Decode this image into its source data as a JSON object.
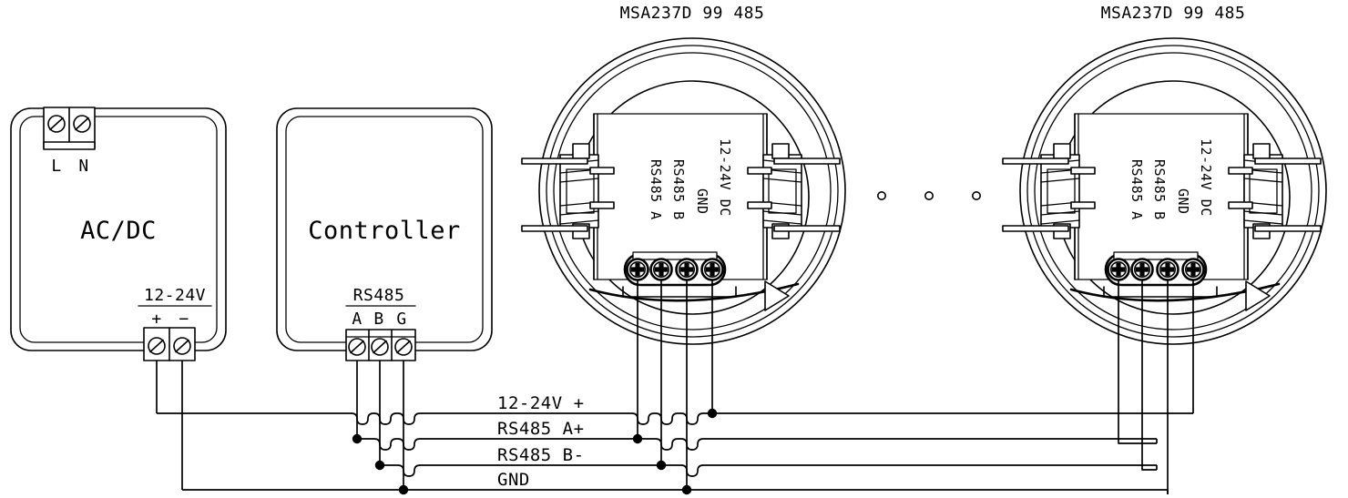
{
  "diagram": {
    "title_left": "MSA237D 99 485",
    "title_right": "MSA237D 99 485"
  },
  "power_supply": {
    "name": "AC/DC",
    "mains_label_l": "L",
    "mains_label_n": "N",
    "output_label": "12-24V",
    "output_plus": "+",
    "output_minus": "−"
  },
  "controller": {
    "name": "Controller",
    "bus_label": "RS485",
    "term_a": "A",
    "term_b": "B",
    "term_g": "G"
  },
  "sensor": {
    "terminal_labels": [
      "12-24V DC",
      "GND",
      "RS485 B",
      "RS485 A"
    ]
  },
  "bus_wires": [
    {
      "label": "12-24V +"
    },
    {
      "label": "RS485 A+"
    },
    {
      "label": "RS485 B-"
    },
    {
      "label": "GND"
    }
  ],
  "ellipsis": {
    "dot_count": 3
  },
  "icons": {
    "screw_terminal": "screw-terminal-icon",
    "cross_screw": "cross-screw-icon",
    "orientation_marker": "triangle-marker-icon",
    "cable_gland": "cable-gland-icon",
    "junction_dot": "junction-dot-icon",
    "wire_hop": "wire-hop-icon",
    "ellipsis_dot": "ellipsis-dot-icon"
  },
  "colors": {
    "line": "#000000",
    "background": "#ffffff"
  }
}
